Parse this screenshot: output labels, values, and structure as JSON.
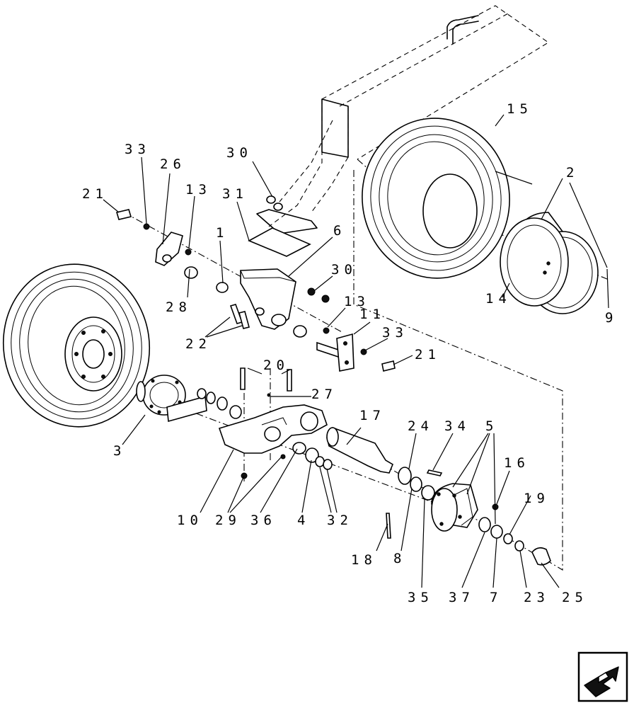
{
  "diagram": {
    "callouts": {
      "c1": "1",
      "c2": "2",
      "c3": "3",
      "c4": "4",
      "c5": "5",
      "c6": "6",
      "c7": "7",
      "c8": "8",
      "c9": "9",
      "c10": "10",
      "c11": "11",
      "c13a": "13",
      "c13b": "13",
      "c14": "14",
      "c15": "15",
      "c16": "16",
      "c17": "17",
      "c18": "18",
      "c19": "19",
      "c20": "20",
      "c21a": "21",
      "c21b": "21",
      "c22": "22",
      "c23": "23",
      "c24": "24",
      "c25": "25",
      "c26": "26",
      "c27": "27",
      "c28": "28",
      "c29": "29",
      "c30a": "30",
      "c30b": "30",
      "c31": "31",
      "c32": "32",
      "c33a": "33",
      "c33b": "33",
      "c34": "34",
      "c35": "35",
      "c36": "36",
      "c37": "37"
    }
  },
  "navigation": {
    "icon": "arrow-icon"
  }
}
